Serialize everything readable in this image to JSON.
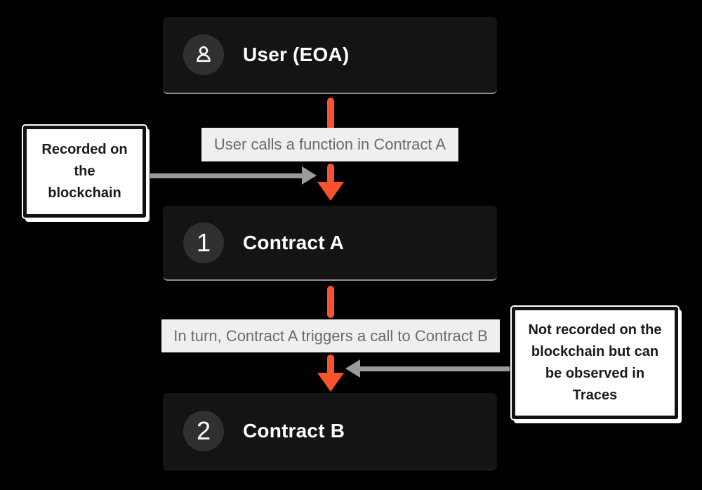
{
  "nodes": {
    "user": {
      "title": "User (EOA)"
    },
    "contract_a": {
      "title": "Contract A",
      "badge": "1"
    },
    "contract_b": {
      "title": "Contract B",
      "badge": "2"
    }
  },
  "edge_labels": {
    "first": "User calls a function in Contract A",
    "second": "In turn, Contract A triggers a call to Contract B"
  },
  "annotations": {
    "left": "Recorded on the blockchain",
    "right": "Not recorded on the blockchain but can be observed in Traces"
  },
  "icons": {
    "user_badge": "user-icon"
  },
  "colors": {
    "background": "#000000",
    "node_background": "#141414",
    "badge_background": "#303030",
    "accent_orange": "#f9532e",
    "arrow_gray": "#9b9b9b",
    "edge_label_background": "#efefef",
    "edge_label_text": "#6b6b6b",
    "callout_background": "#ffffff",
    "callout_border": "#121212",
    "node_title_text": "#ffffff"
  }
}
